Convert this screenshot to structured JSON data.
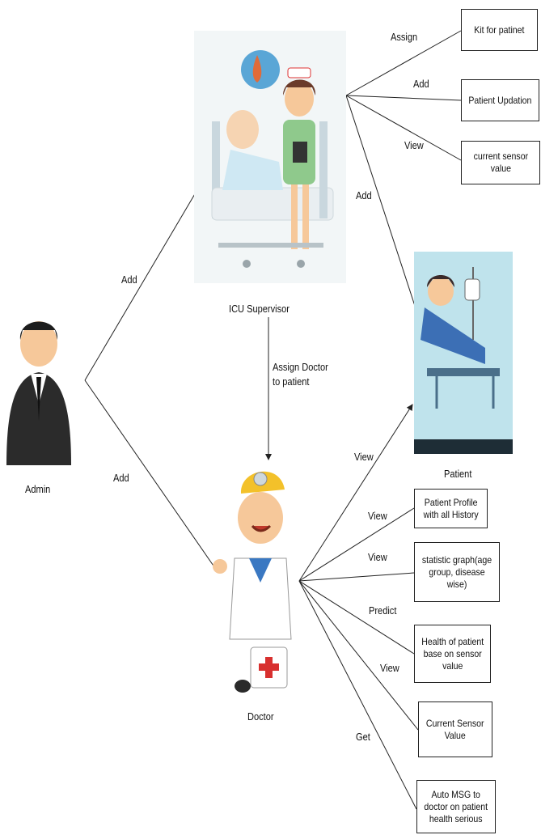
{
  "actors": {
    "admin": "Admin",
    "icu_supervisor": "ICU Supervisor",
    "doctor": "Doctor",
    "patient": "Patient"
  },
  "edges": {
    "admin_add_supervisor": "Add",
    "admin_add_doctor": "Add",
    "sup_assign": "Assign",
    "sup_add_update": "Add",
    "sup_view": "View",
    "sup_add_patient": "Add",
    "assign_doctor": "Assign Doctor\nto patient",
    "doc_view_patient": "View",
    "doc_view_profile": "View",
    "doc_view_graph": "View",
    "doc_predict": "Predict",
    "doc_view_sensor": "View",
    "doc_get": "Get"
  },
  "boxes": {
    "kit": "Kit for patinet",
    "patient_updation": "Patient Updation",
    "current_sensor_value": "current sensor\nvalue",
    "patient_profile": "Patient Profile\nwith all History",
    "statistic_graph": "statistic graph(age\ngroup, disease\nwise)",
    "health_of_patient": "Health of patient\nbase on sensor\nvalue",
    "current_sensor_value_2": "Current Sensor\nValue",
    "auto_msg": "Auto MSG to\ndoctor on patient\nhealth serious"
  },
  "colors": {
    "line": "#222222",
    "skin": "#f6c89a",
    "suit": "#2b2b2b",
    "patient_bg": "#bfe3ec",
    "nurse_green": "#8fc98c",
    "doctor_hat": "#f3c12a",
    "cross_red": "#d8302f"
  }
}
